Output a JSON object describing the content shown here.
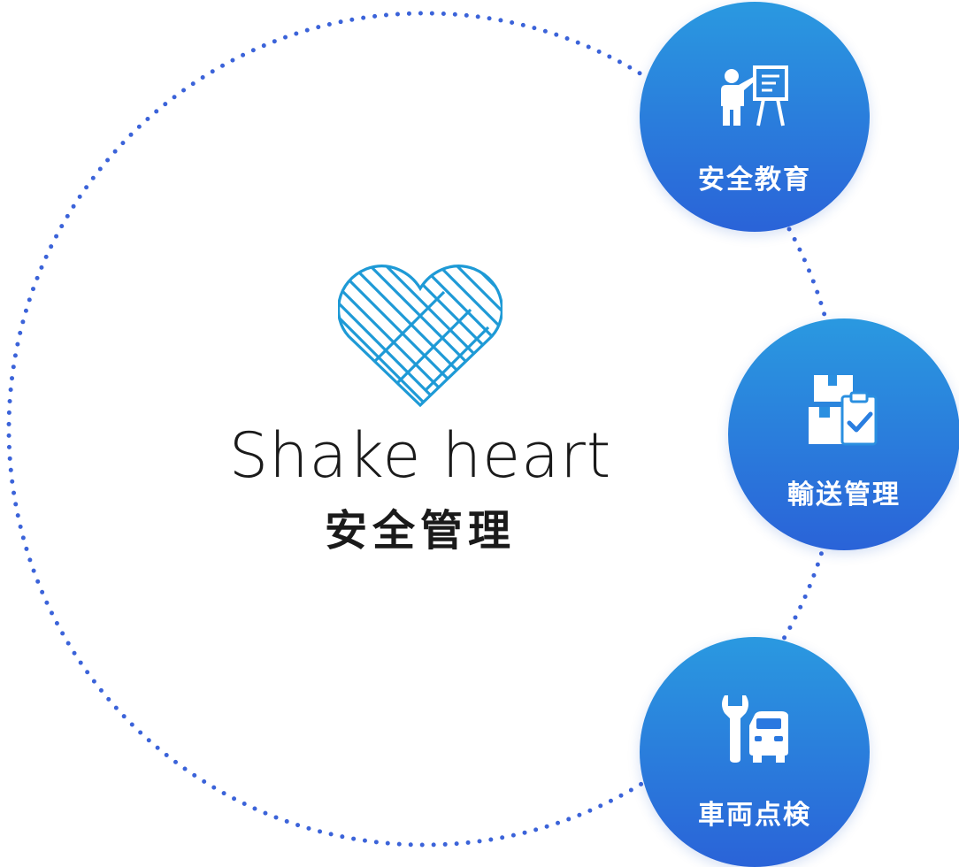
{
  "brand": {
    "name": "Shake heart",
    "subtitle": "安全管理",
    "logo_icon": "shake-heart-logo-icon",
    "accent_color": "#1e9ad6"
  },
  "ring": {
    "color": "#3b63d9",
    "style": "dotted"
  },
  "nodes": [
    {
      "label": "安全教育",
      "icon": "presentation-icon"
    },
    {
      "label": "輸送管理",
      "icon": "boxes-clipboard-icon"
    },
    {
      "label": "車両点検",
      "icon": "wrench-car-icon"
    }
  ],
  "colors": {
    "node_gradient_top": "#2a99e0",
    "node_gradient_bottom": "#2a63d8",
    "text_dark": "#1a1a1a"
  }
}
